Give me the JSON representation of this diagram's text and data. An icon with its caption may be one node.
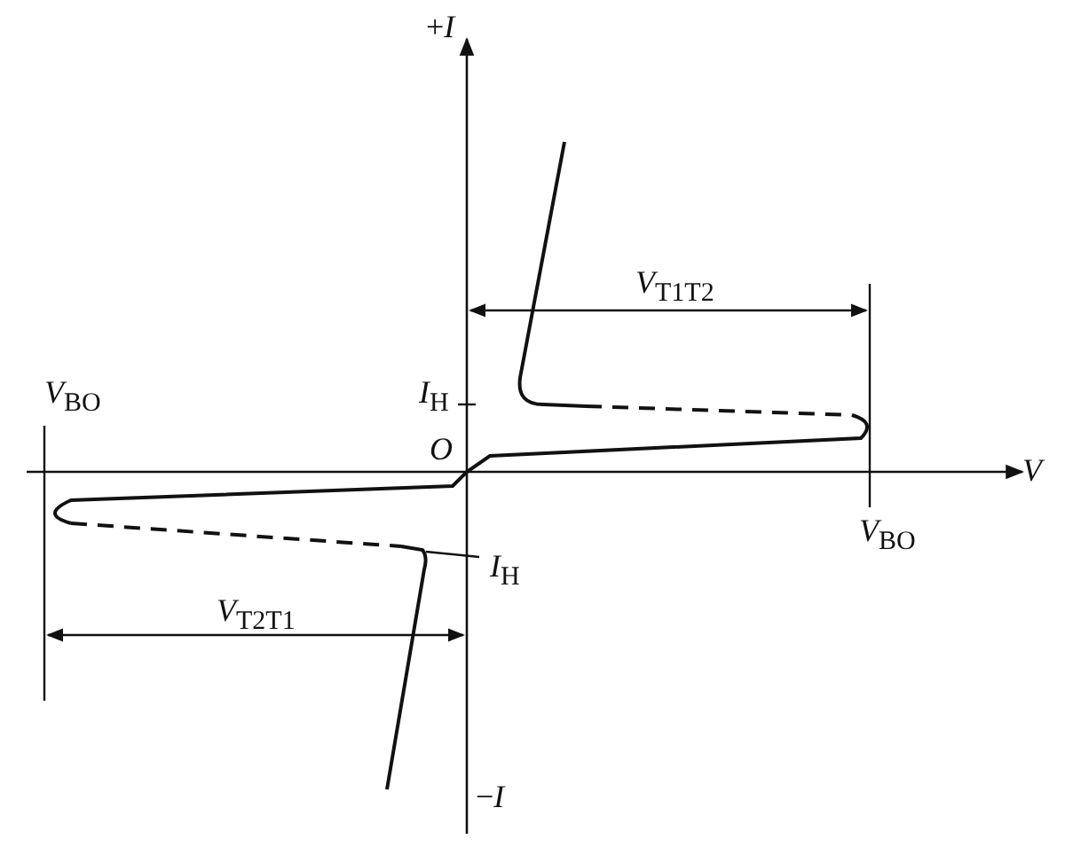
{
  "diagram": {
    "labels": [
      "+*I*",
      "*V*$_{T1T2}$",
      "*V*$_{BO}$",
      "*I*$_{H}$",
      "*O*",
      "*V*",
      "*V*$_{BO}$",
      "*I*$_{H}$",
      "*V*$_{T2T1}$",
      "−*I*"
    ]
  }
}
